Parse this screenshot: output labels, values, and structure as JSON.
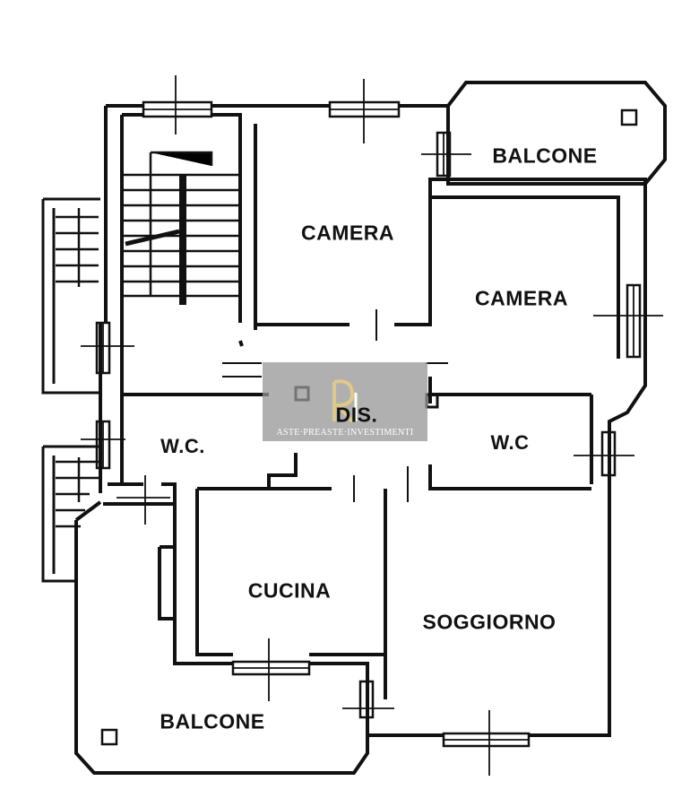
{
  "rooms": {
    "balcone_top": "BALCONE",
    "camera_1": "CAMERA",
    "camera_2": "CAMERA",
    "dis": "DIS.",
    "wc_left": "W.C.",
    "wc_right": "W.C",
    "cucina": "CUCINA",
    "soggiorno": "SOGGIORNO",
    "balcone_bottom": "BALCONE"
  },
  "watermark": {
    "text": "ASTE·PREASTE·INVESTIMENTI"
  }
}
